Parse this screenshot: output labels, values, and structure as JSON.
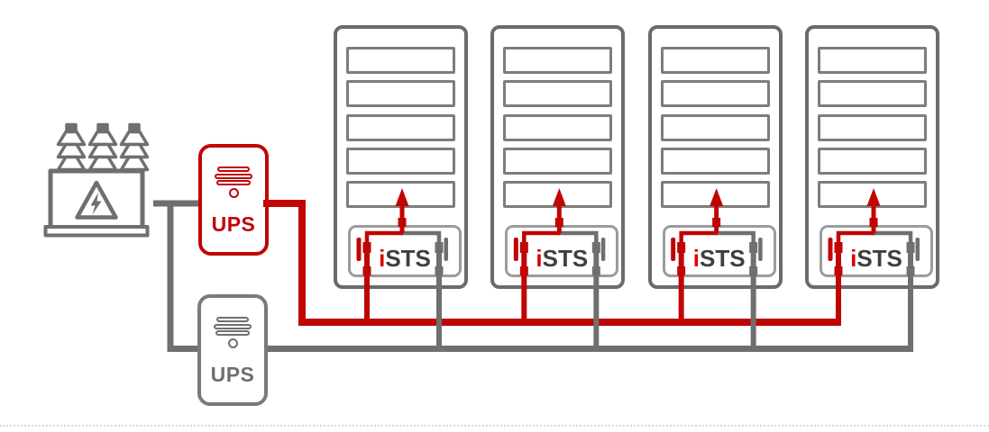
{
  "palette": {
    "primary_red": "#c00505",
    "accent_red": "#dd0000",
    "line_gray": "#6f6f6f",
    "rack_border_gray": "#6b6b6b",
    "shelf_gray": "#7d7d7d",
    "enclosure_gray": "#9c9c9c",
    "sts_text_gray": "#3f3f3f",
    "separator_gray": "#d9d9d9"
  },
  "transformer": {
    "icon": "high-voltage-transformer-icon"
  },
  "ups_units": [
    {
      "label": "UPS",
      "variant": "primary-red"
    },
    {
      "label": "UPS",
      "variant": "reserve-gray"
    }
  ],
  "racks": [
    {
      "name": "rack-1",
      "shelf_count": 5,
      "sts_label_prefix": "i",
      "sts_label_rest": "STS"
    },
    {
      "name": "rack-2",
      "shelf_count": 5,
      "sts_label_prefix": "i",
      "sts_label_rest": "STS"
    },
    {
      "name": "rack-3",
      "shelf_count": 5,
      "sts_label_prefix": "i",
      "sts_label_rest": "STS"
    },
    {
      "name": "rack-4",
      "shelf_count": 5,
      "sts_label_prefix": "i",
      "sts_label_rest": "STS"
    }
  ]
}
